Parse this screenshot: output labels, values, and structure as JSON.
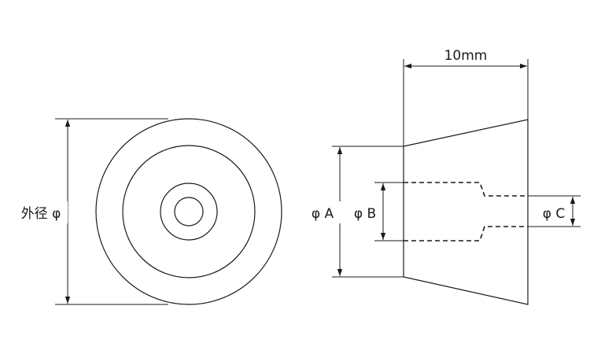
{
  "labels": {
    "outer_diameter": "外径 φ",
    "dim_a": "φ A",
    "dim_b": "φ B",
    "dim_c": "φ C",
    "length": "10mm"
  },
  "colors": {
    "line": "#1a1a1a",
    "background": "#ffffff"
  }
}
